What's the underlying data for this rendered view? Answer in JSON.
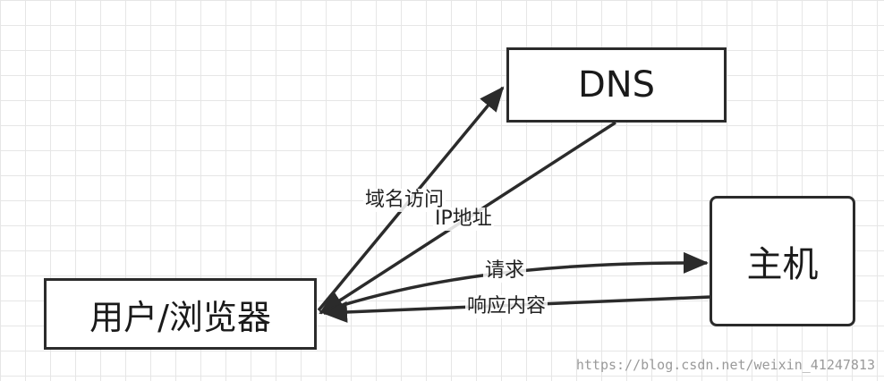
{
  "nodes": {
    "dns": "DNS",
    "host": "主机",
    "client": "用户/浏览器"
  },
  "edges": {
    "domain_access": "域名访问",
    "ip_address": "IP地址",
    "request": "请求",
    "response": "响应内容"
  },
  "watermark": "https://blog.csdn.net/weixin_41247813",
  "colors": {
    "stroke": "#2b2b2b",
    "grid": "#e6e6e6"
  }
}
